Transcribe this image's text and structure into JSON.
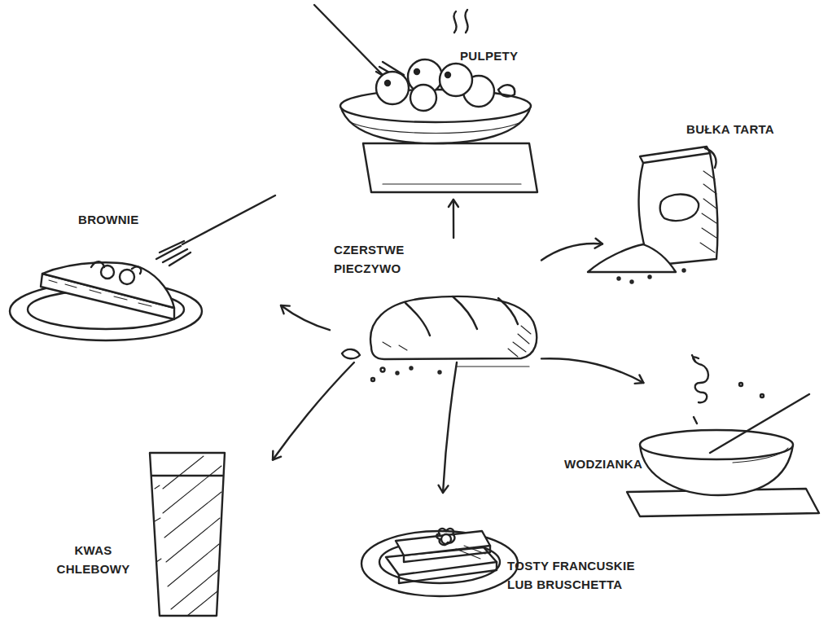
{
  "diagram": {
    "nodes": [
      {
        "text": [
          "CZERSTWE PIECZYWO"
        ]
      },
      {
        "text": [
          "PULPETY"
        ]
      },
      {
        "text": [
          "BUŁKA TARTA"
        ]
      },
      {
        "text": [
          "WODZIANKA"
        ]
      },
      {
        "text": [
          "TOSTY FRANCUSKIE LUB BRUSCHETTA"
        ]
      },
      {
        "text": [
          "KWAS CHLEBOWY"
        ]
      },
      {
        "text": [
          "BROWNIE"
        ]
      }
    ],
    "edges": [
      {
        "from": 0,
        "to": 1,
        "arrow": "to"
      },
      {
        "from": 0,
        "to": 2,
        "arrow": "to"
      },
      {
        "from": 0,
        "to": 3,
        "arrow": "to"
      },
      {
        "from": 0,
        "to": 4,
        "arrow": "to"
      },
      {
        "from": 0,
        "to": 5,
        "arrow": "to"
      },
      {
        "from": 0,
        "to": 6,
        "arrow": "to"
      }
    ]
  }
}
